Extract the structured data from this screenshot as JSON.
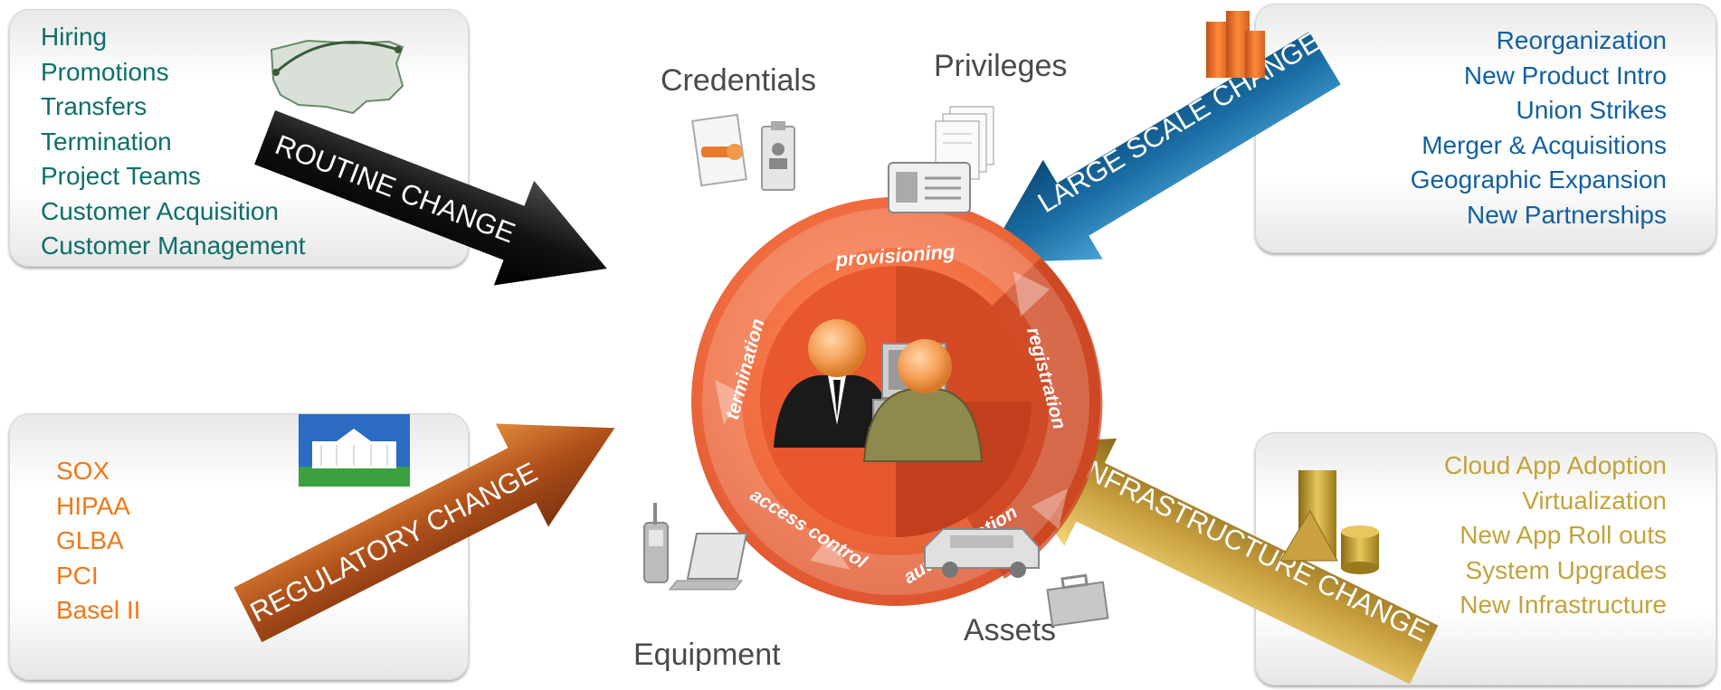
{
  "routine": {
    "items": [
      "Hiring",
      "Promotions",
      "Transfers",
      "Termination",
      "Project Teams",
      "Customer Acquisition",
      "Customer Management"
    ],
    "arrow_label": "ROUTINE CHANGE"
  },
  "large_scale": {
    "items": [
      "Reorganization",
      "New Product Intro",
      "Union Strikes",
      "Merger & Acquisitions",
      "Geographic Expansion",
      "New Partnerships"
    ],
    "arrow_label": "LARGE SCALE CHANGE"
  },
  "regulatory": {
    "items": [
      "SOX",
      "HIPAA",
      "GLBA",
      "PCI",
      "Basel II"
    ],
    "arrow_label": "REGULATORY CHANGE"
  },
  "infrastructure": {
    "items": [
      "Cloud App Adoption",
      "Virtualization",
      "New App Roll outs",
      "System Upgrades",
      "New Infrastructure"
    ],
    "arrow_label": "INFRASTRUCTURE CHANGE"
  },
  "labels": {
    "credentials": "Credentials",
    "privileges": "Privileges",
    "equipment": "Equipment",
    "assets": "Assets"
  },
  "cycle": {
    "provisioning": "provisioning",
    "registration": "registration",
    "authentication": "authentication",
    "access_control": "access control",
    "termination": "termination"
  },
  "icons": {
    "credentials": [
      "certificate-key-icon",
      "id-badge-icon"
    ],
    "privileges": "documents-id-card-icon",
    "equipment": [
      "cell-phone-icon",
      "laptop-icon"
    ],
    "assets": [
      "van-icon",
      "toolbox-icon"
    ],
    "routine": "us-map-icon",
    "large_scale": "office-buildings-icon",
    "regulatory": "white-house-icon",
    "infrastructure": "server-database-icon"
  },
  "colors": {
    "routine_arrow": "#111111",
    "routine_text": "#0e6f6a",
    "large_scale_arrow": "#1b6fa6",
    "large_scale_text": "#1260a0",
    "regulatory_arrow": "#b0501a",
    "regulatory_text": "#f07818",
    "infrastructure_arrow": "#b08a28",
    "infrastructure_text": "#c2a33c",
    "cycle": "#ee6a3f"
  }
}
